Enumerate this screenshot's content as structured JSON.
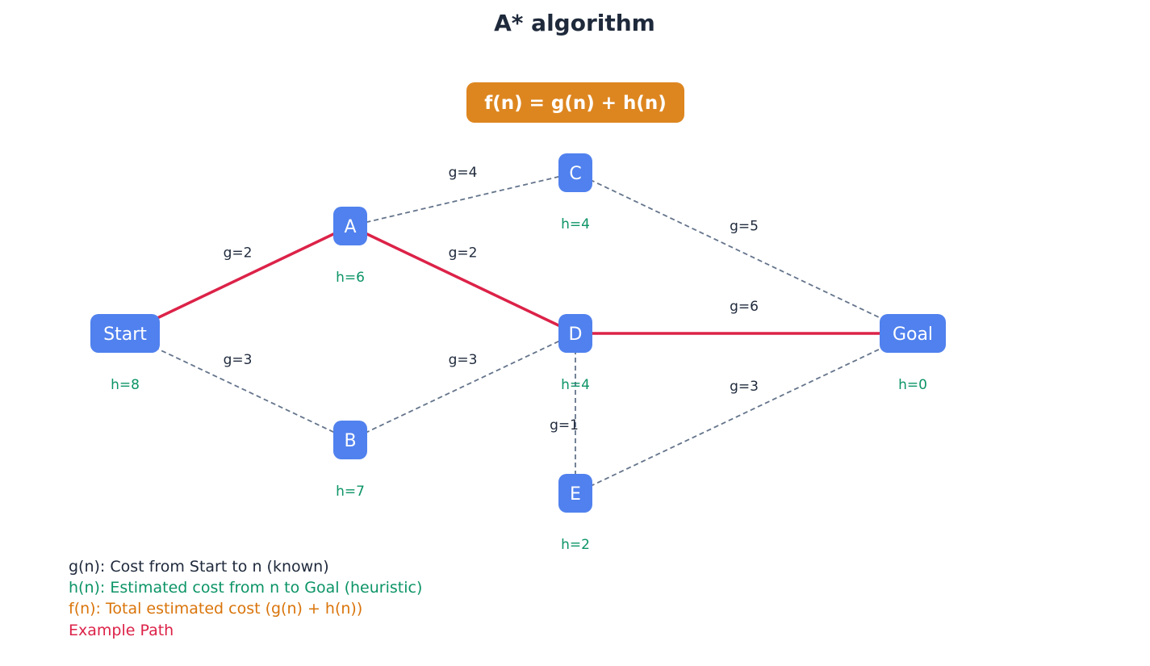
{
  "title": "A* algorithm",
  "formula": "f(n) = g(n) + h(n)",
  "colors": {
    "title": "#1e293b",
    "formula_bg": "#dd8620",
    "formula_text": "#ffffff",
    "node_fill": "#5081ee",
    "node_text": "#ffffff",
    "h_text": "#0c9467",
    "edge_dashed": "#64748b",
    "edge_path": "#dc2248",
    "edge_label": "#1e293b",
    "legend_g": "#1e293b",
    "legend_h": "#0c9467",
    "legend_f": "#d9740a",
    "legend_path": "#dc2248"
  },
  "nodes": [
    {
      "id": "start",
      "label": "Start",
      "h": "h=8"
    },
    {
      "id": "a",
      "label": "A",
      "h": "h=6"
    },
    {
      "id": "b",
      "label": "B",
      "h": "h=7"
    },
    {
      "id": "c",
      "label": "C",
      "h": "h=4"
    },
    {
      "id": "d",
      "label": "D",
      "h": "h=4"
    },
    {
      "id": "e",
      "label": "E",
      "h": "h=2"
    },
    {
      "id": "goal",
      "label": "Goal",
      "h": "h=0"
    }
  ],
  "edges": [
    {
      "from": "start",
      "to": "a",
      "label": "g=2",
      "on_path": true
    },
    {
      "from": "start",
      "to": "b",
      "label": "g=3",
      "on_path": false
    },
    {
      "from": "a",
      "to": "c",
      "label": "g=4",
      "on_path": false
    },
    {
      "from": "a",
      "to": "d",
      "label": "g=2",
      "on_path": true
    },
    {
      "from": "b",
      "to": "d",
      "label": "g=3",
      "on_path": false
    },
    {
      "from": "c",
      "to": "goal",
      "label": "g=5",
      "on_path": false
    },
    {
      "from": "d",
      "to": "goal",
      "label": "g=6",
      "on_path": true
    },
    {
      "from": "d",
      "to": "e",
      "label": "g=1",
      "on_path": false
    },
    {
      "from": "e",
      "to": "goal",
      "label": "g=3",
      "on_path": false
    }
  ],
  "legend": {
    "g": "g(n): Cost from Start to n (known)",
    "h": "h(n): Estimated cost from n to Goal (heuristic)",
    "f": "f(n): Total estimated cost (g(n) + h(n))",
    "path": "Example Path"
  }
}
